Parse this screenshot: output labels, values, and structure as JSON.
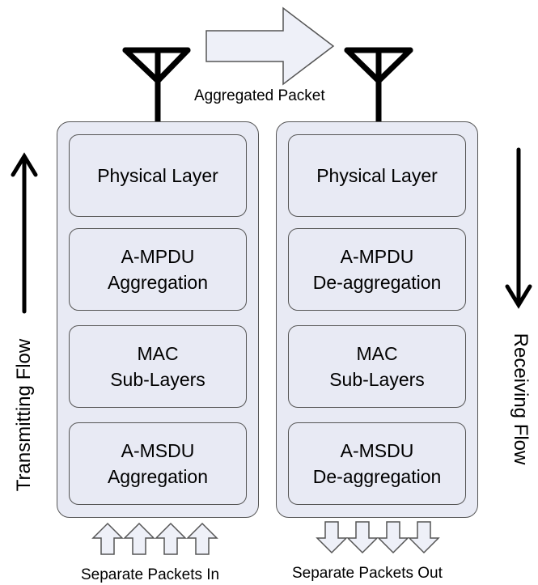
{
  "transmit_stack": {
    "layers": [
      {
        "lines": [
          "Physical Layer"
        ]
      },
      {
        "lines": [
          "A-MPDU",
          "Aggregation"
        ]
      },
      {
        "lines": [
          "MAC",
          "Sub-Layers"
        ]
      },
      {
        "lines": [
          "A-MSDU",
          "Aggregation"
        ]
      }
    ]
  },
  "receive_stack": {
    "layers": [
      {
        "lines": [
          "Physical Layer"
        ]
      },
      {
        "lines": [
          "A-MPDU",
          "De-aggregation"
        ]
      },
      {
        "lines": [
          "MAC",
          "Sub-Layers"
        ]
      },
      {
        "lines": [
          "A-MSDU",
          "De-aggregation"
        ]
      }
    ]
  },
  "labels": {
    "aggregated_packet": "Aggregated Packet",
    "packets_in": "Separate Packets In",
    "packets_out": "Separate Packets Out",
    "transmitting_flow": "Transmitting Flow",
    "receiving_flow": "Receiving Flow"
  },
  "colors": {
    "box_fill": "#e8eaf4",
    "stroke": "#555555",
    "arrow_fill": "#eef0f8"
  }
}
